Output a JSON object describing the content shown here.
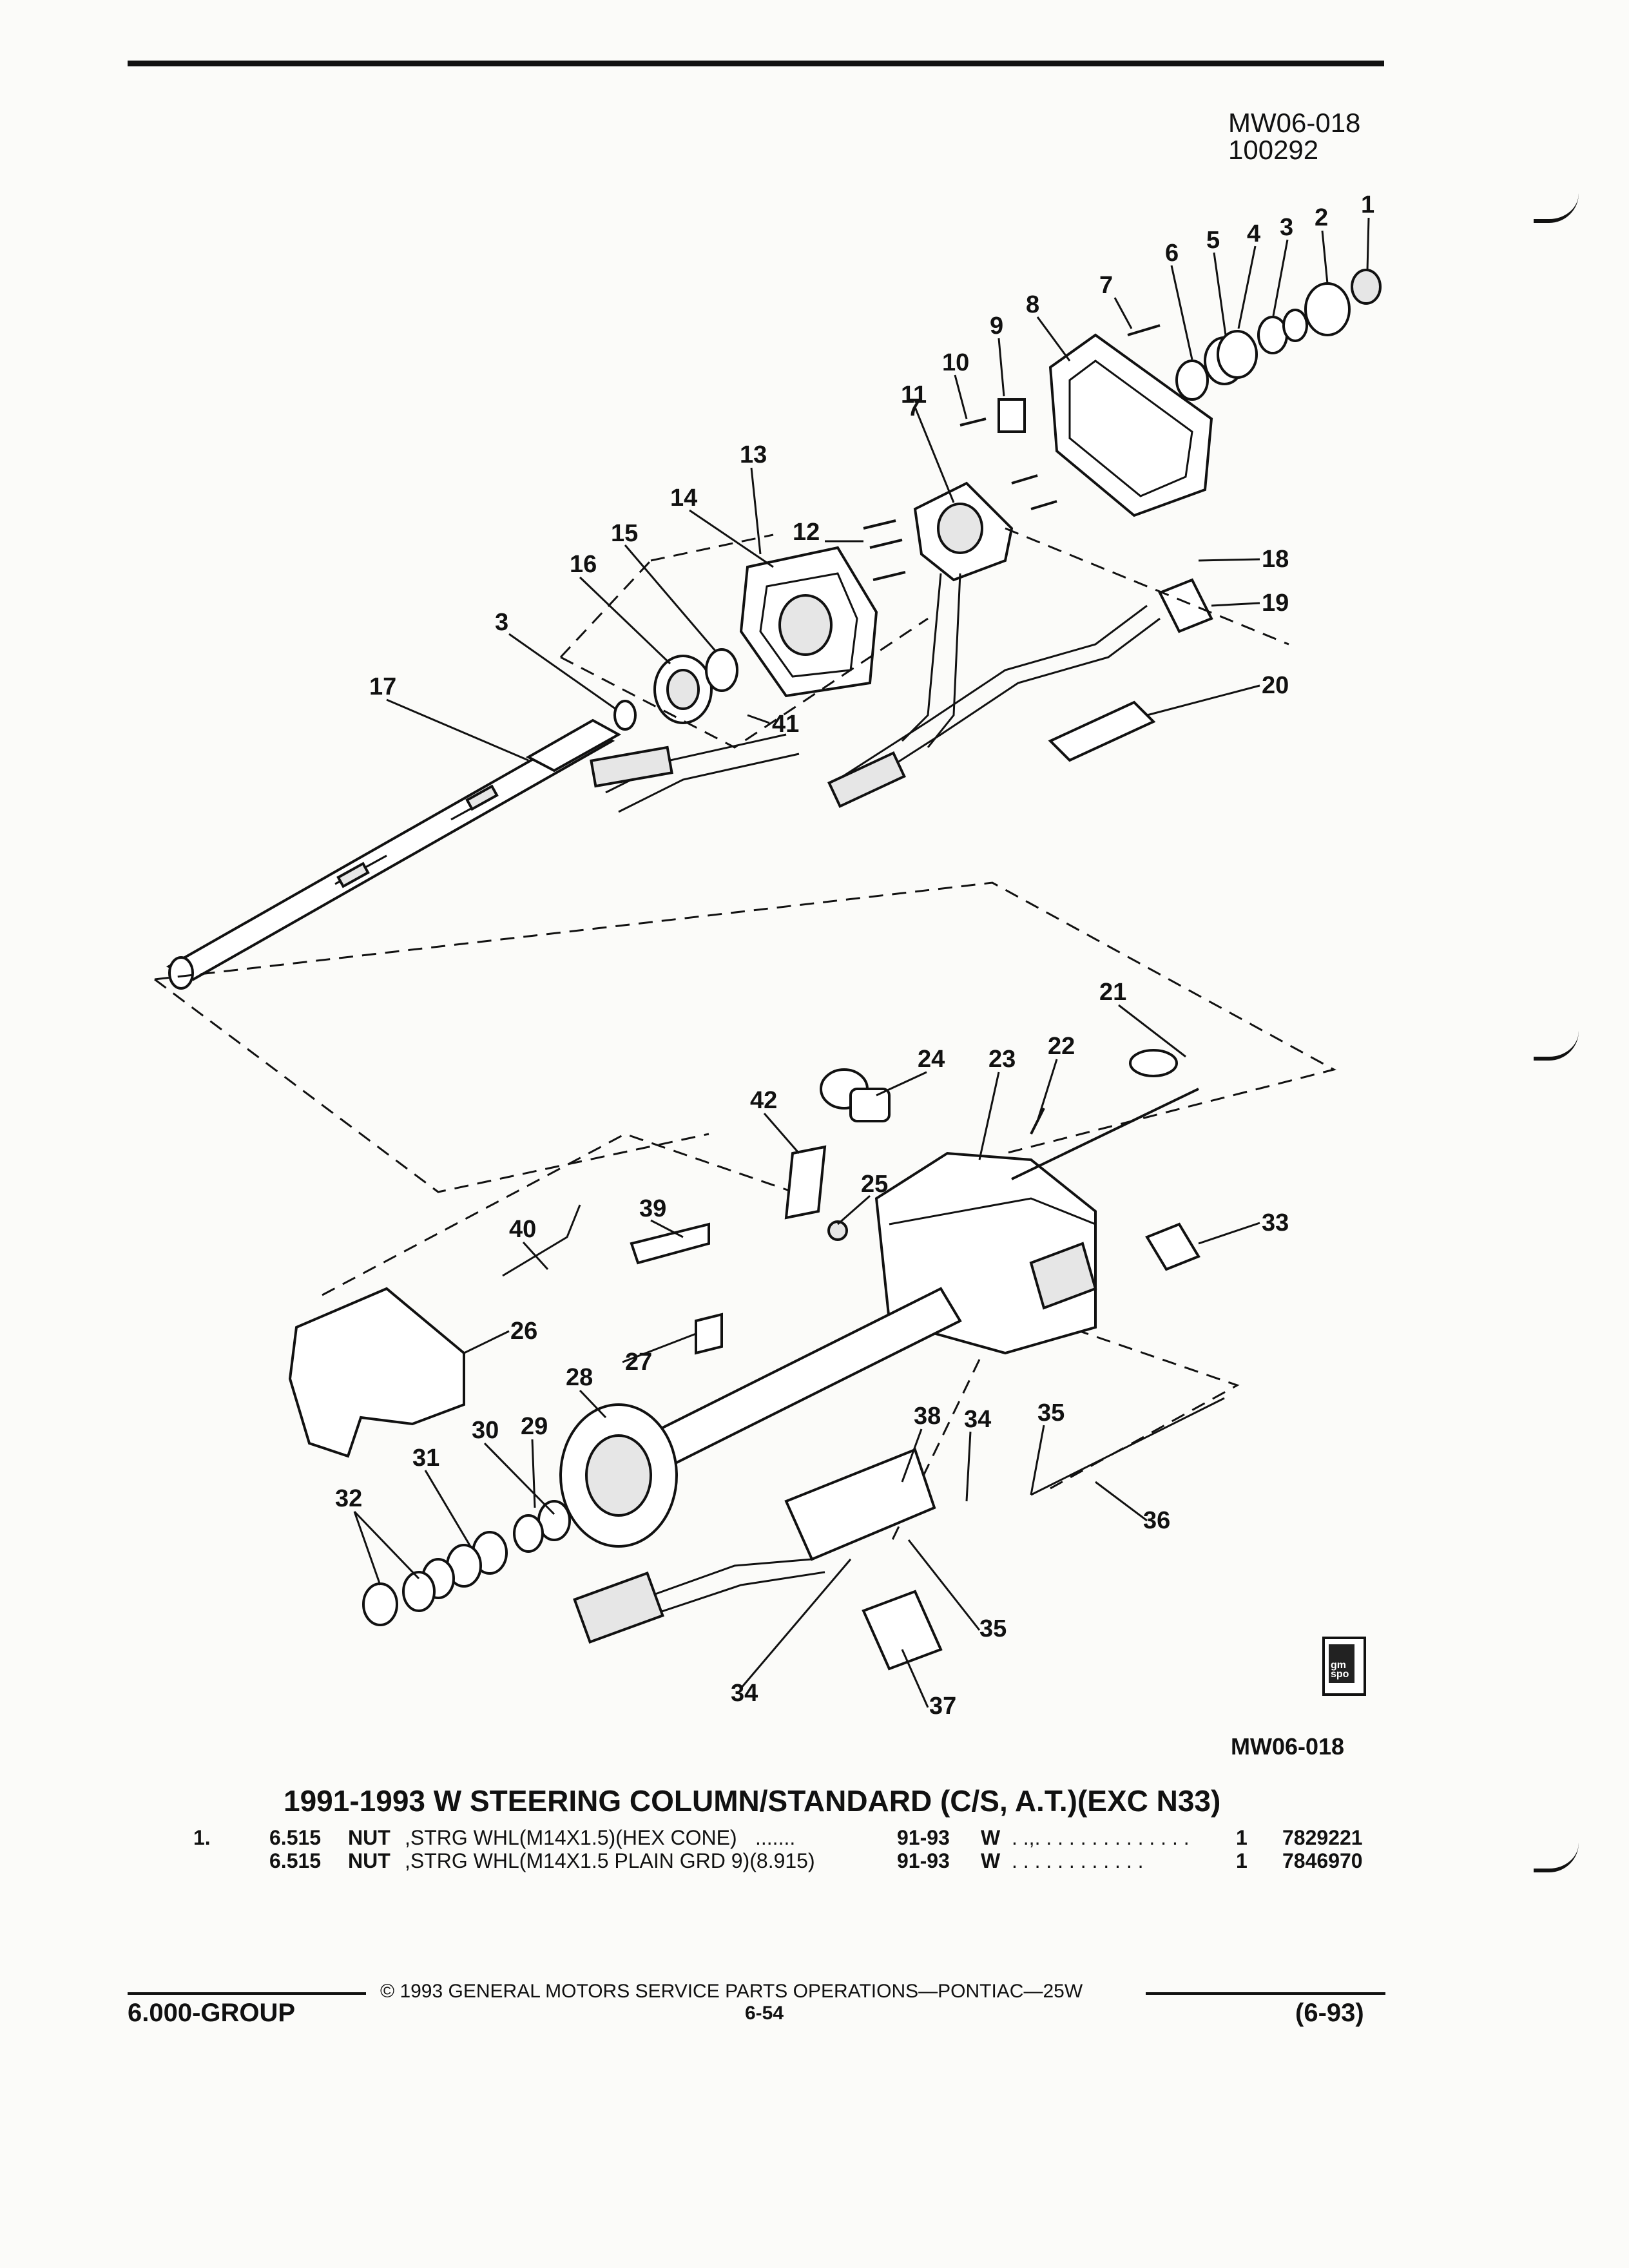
{
  "header": {
    "diagram_code": "MW06-018",
    "diagram_date": "100292"
  },
  "diagram": {
    "caption": "MW06-018",
    "callouts": [
      "1",
      "2",
      "3",
      "4",
      "5",
      "6",
      "7",
      "8",
      "9",
      "10",
      "11",
      "7",
      "13",
      "14",
      "12",
      "15",
      "16",
      "3",
      "17",
      "18",
      "19",
      "20",
      "41",
      "21",
      "24",
      "23",
      "22",
      "42",
      "25",
      "39",
      "40",
      "33",
      "26",
      "27",
      "28",
      "38",
      "34",
      "35",
      "30",
      "29",
      "31",
      "32",
      "36",
      "35",
      "34",
      "37"
    ],
    "logo_text": "gm spo"
  },
  "title": "1991-1993 W STEERING COLUMN/STANDARD (C/S, A.T.)(EXC N33)",
  "parts": [
    {
      "item": "1.",
      "code": "6.515",
      "name": "NUT",
      "desc": ",STRG WHL(M14X1.5)(HEX CONE)",
      "leader": ".......",
      "years": "91-93",
      "series": "W",
      "dots": ". .,. . . . . . . . . . . . . .",
      "qty": "1",
      "part_no": "7829221"
    },
    {
      "item": "",
      "code": "6.515",
      "name": "NUT",
      "desc": ",STRG WHL(M14X1.5 PLAIN GRD 9)(8.915)",
      "leader": "",
      "years": "91-93",
      "series": "W",
      "dots": ". . . . . . . . . . . .",
      "qty": "1",
      "part_no": "7846970"
    }
  ],
  "footer": {
    "copyright": "© 1993 GENERAL MOTORS SERVICE PARTS OPERATIONS—PONTIAC—25W",
    "group": "6.000-GROUP",
    "page": "6-54",
    "revision": "(6-93)"
  }
}
